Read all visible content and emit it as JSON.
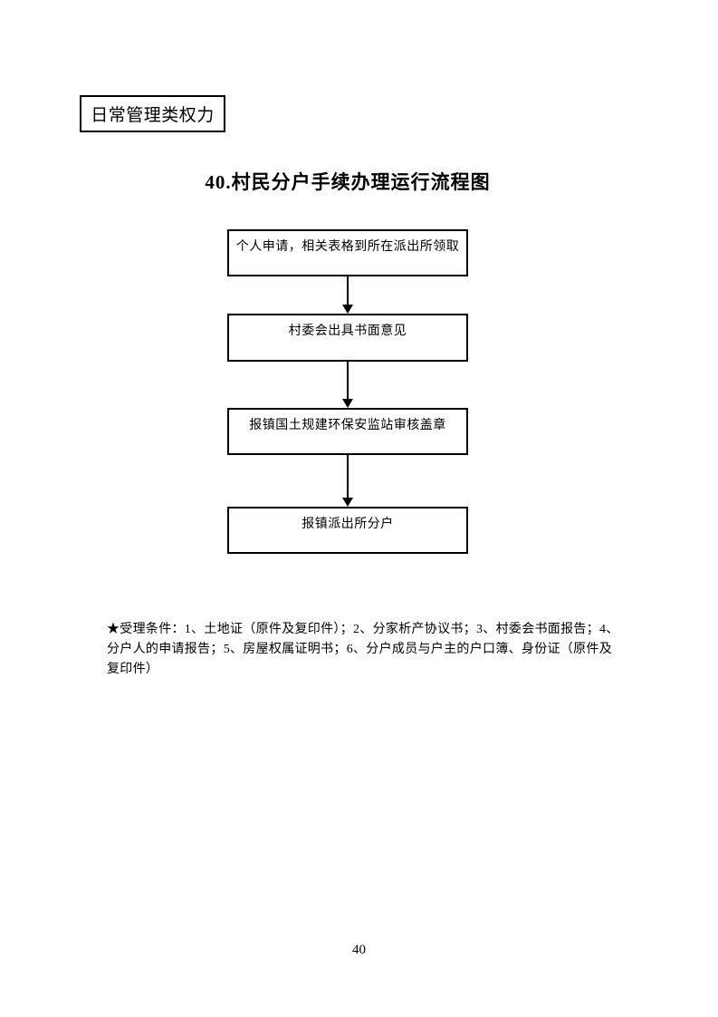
{
  "page": {
    "category_label": "日常管理类权力",
    "title": "40.村民分户手续办理运行流程图",
    "page_number": "40"
  },
  "flowchart": {
    "steps": [
      {
        "label": "个人申请，相关表格到所在派出所领取"
      },
      {
        "label": "村委会出具书面意见"
      },
      {
        "label": "报镇国土规建环保安监站审核盖章"
      },
      {
        "label": "报镇派出所分户"
      }
    ]
  },
  "note": {
    "lines": [
      "★受理条件：1、土地证（原件及复印件）；2、分家析产协议书；3、村委会书面报告；4、",
      "分户人的申请报告；5、房屋权属证明书；6、分户成员与户主的户口簿、身份证（原件及",
      "复印件）"
    ]
  },
  "colors": {
    "ink": "#000000",
    "background": "#ffffff"
  }
}
